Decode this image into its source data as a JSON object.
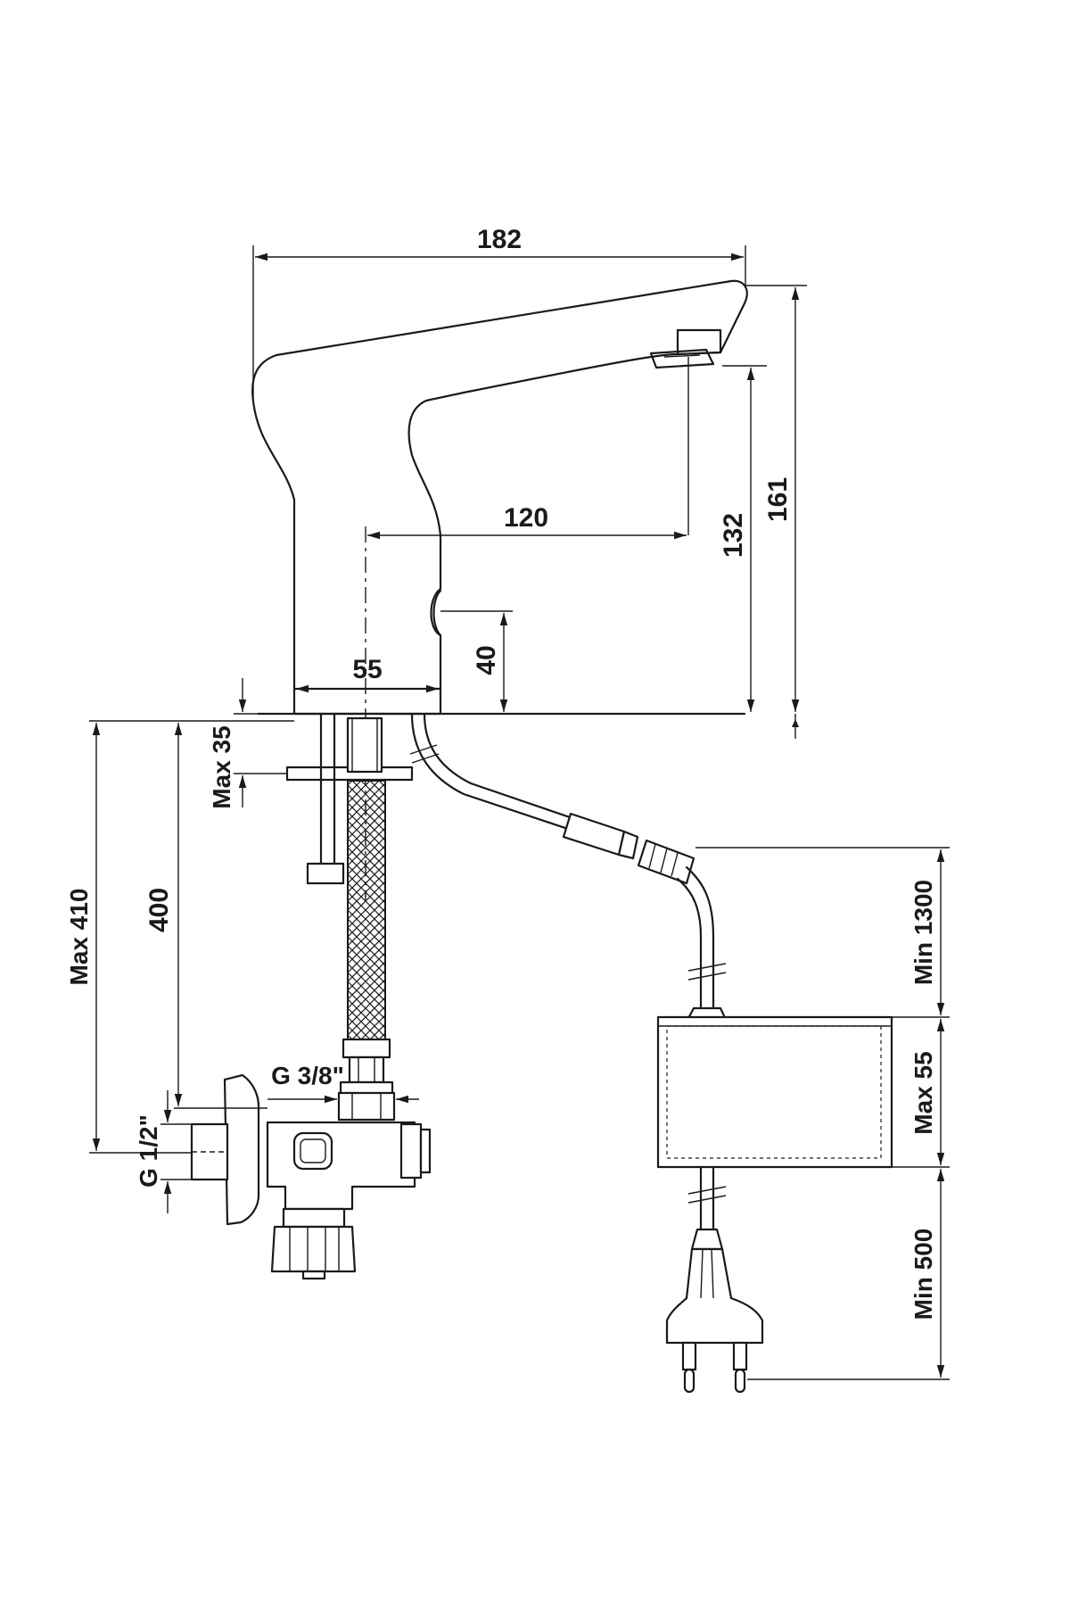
{
  "dimensions": {
    "width_total": "182",
    "height_total": "161",
    "spout_height": "132",
    "spout_reach": "120",
    "base_diameter": "55",
    "sensor_height": "40",
    "max_deck": "Max 35",
    "hose_length": "400",
    "max_total": "Max 410",
    "connection_hose": "G 3/8\"",
    "connection_valve": "G 1/2\"",
    "cable_min": "Min  1300",
    "box_max": "Max  55",
    "plug_min": "Min  500"
  }
}
